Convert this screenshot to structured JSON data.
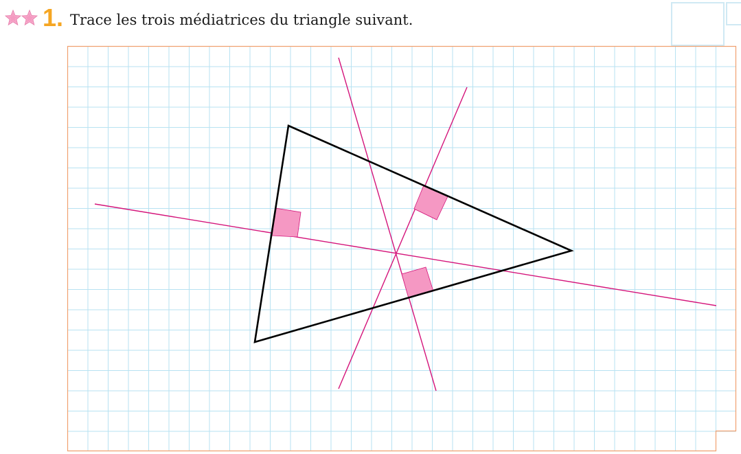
{
  "exercise": {
    "difficulty_stars": 2,
    "number": "1.",
    "instruction": "Trace les trois médiatrices du triangle suivant."
  },
  "colors": {
    "star": "#f49ac1",
    "number": "#f5a623",
    "grid_line": "#b7e2f2",
    "frame": "#f0a070",
    "triangle": "#000000",
    "bisector": "#d4147a",
    "right_angle_fill": "#f598c3",
    "right_angle_stroke": "#d4147a"
  },
  "icons": [
    "star-icon",
    "star-icon"
  ]
}
